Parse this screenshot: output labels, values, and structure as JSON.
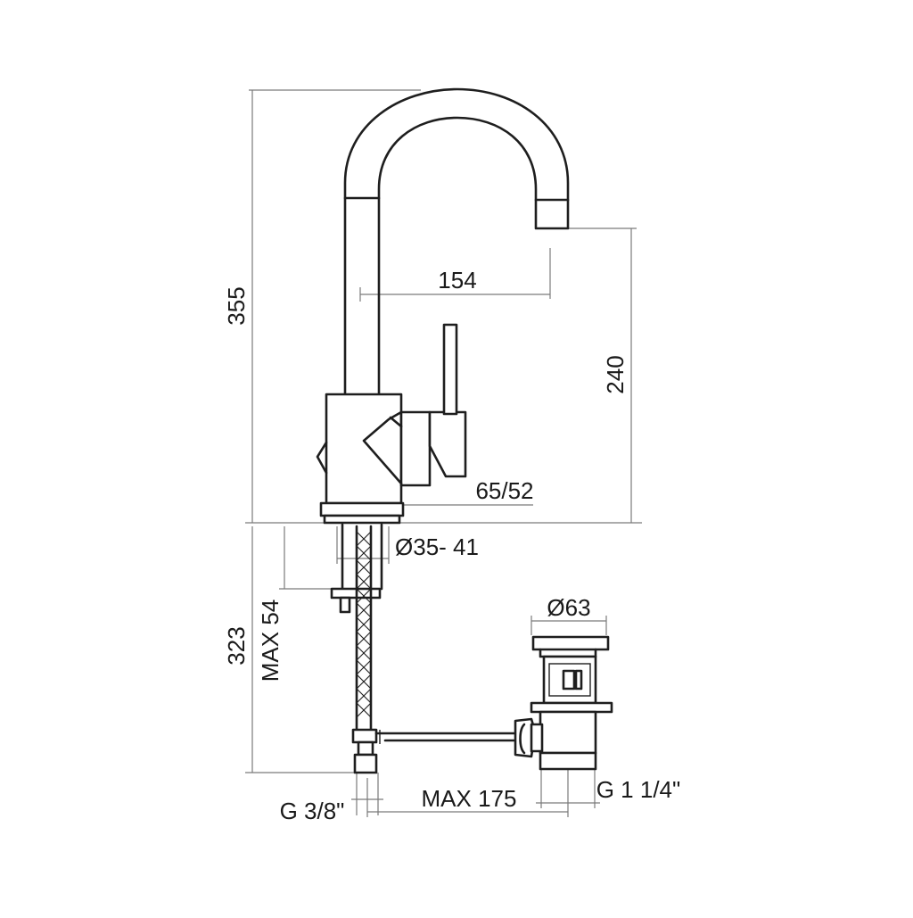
{
  "diagram": {
    "dimensions": {
      "total_height": "355",
      "spout_reach": "154",
      "spout_height": "240",
      "lever_width": "65/52",
      "hole_diameter": "Ø35- 41",
      "below_counter": "323",
      "max_deck_thickness": "MAX 54",
      "waste_diameter": "Ø63",
      "hose_connection": "G 3/8\"",
      "pull_rod_length": "MAX 175",
      "waste_thread": "G 1 1/4\""
    }
  }
}
